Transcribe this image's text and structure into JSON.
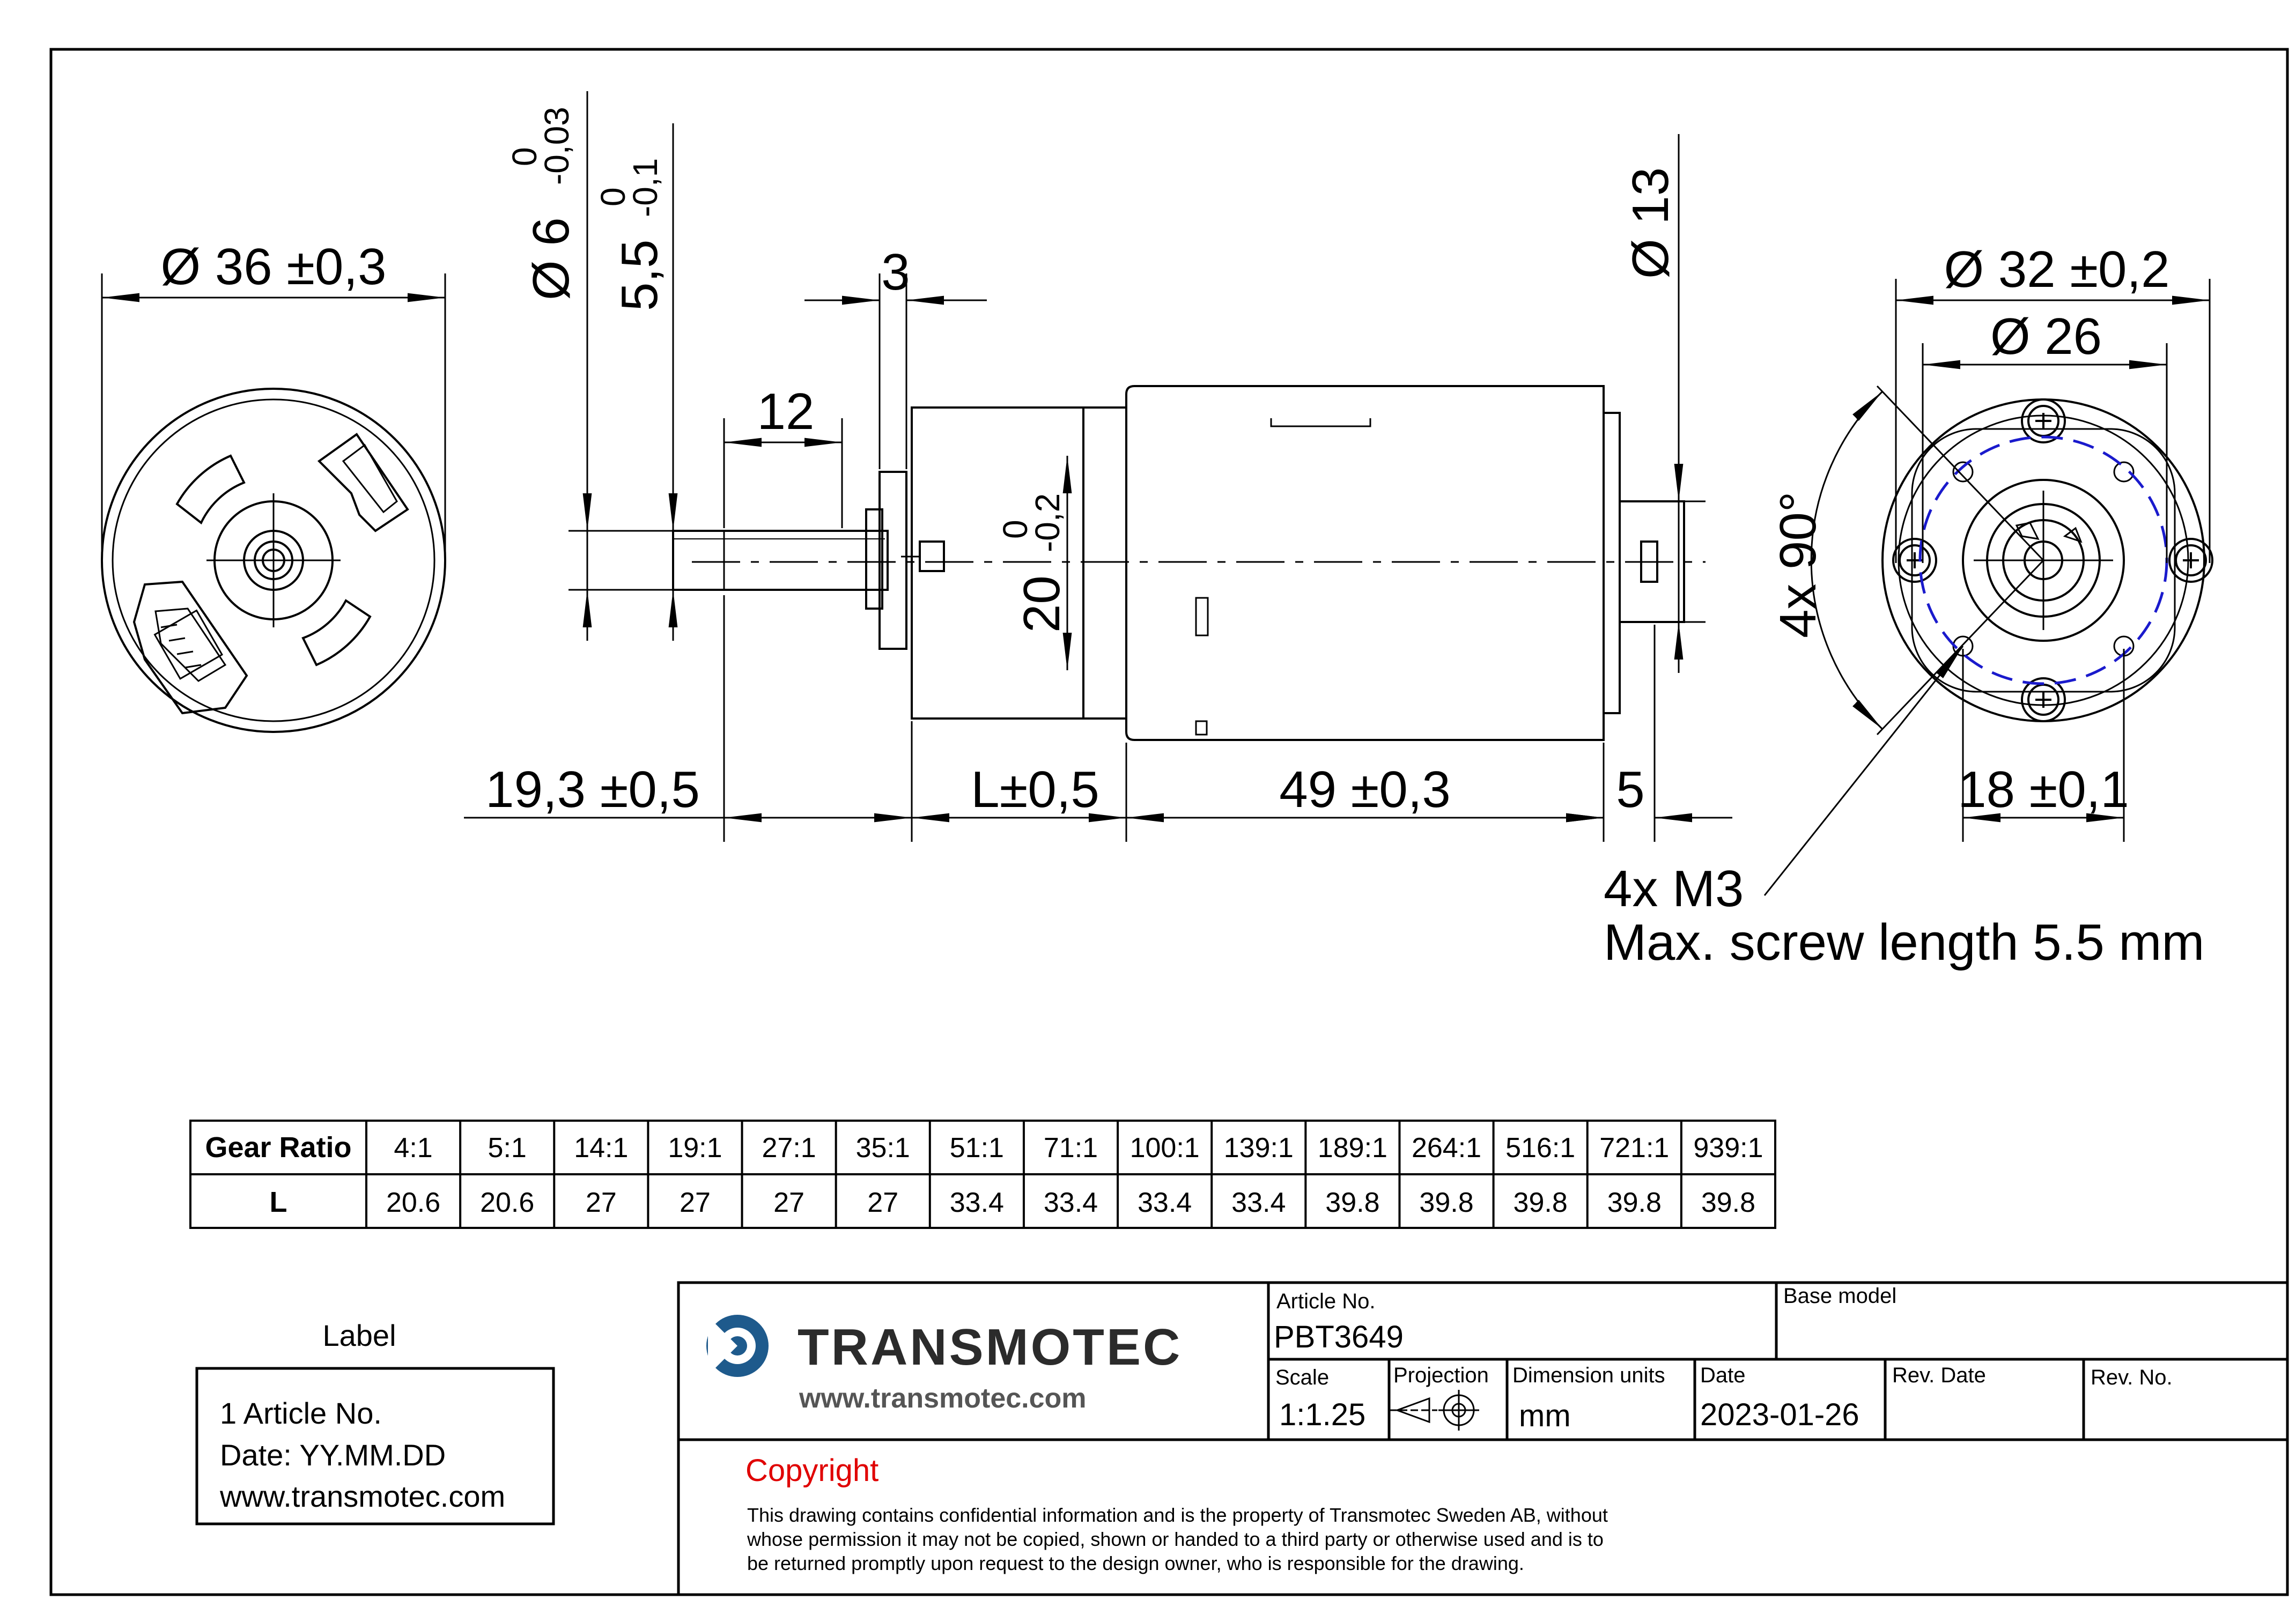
{
  "drawing": {
    "dimensions": {
      "d36": "Ø 36 ±0,3",
      "d6_base": "Ø 6",
      "d6_tol_up": "0",
      "d6_tol_low": "-0,03",
      "d55_base": "5,5",
      "d55_tol_up": "0",
      "d55_tol_low": "-0,1",
      "d3": "3",
      "d12": "12",
      "d13": "Ø 13",
      "d20_base": "20",
      "d20_tol_up": "0",
      "d20_tol_low": "-0,2",
      "d193": "19,3 ±0,5",
      "dL": "L±0,5",
      "d49": "49 ±0,3",
      "d5": "5",
      "d32": "Ø 32 ±0,2",
      "d26": "Ø 26",
      "d90": "4x 90°",
      "d18": "18 ±0,1"
    },
    "notes": {
      "screws": "4x M3",
      "screw_length": "Max. screw length 5.5 mm"
    },
    "colors": {
      "line": "#000000",
      "hidden_circle": "#1a1acc",
      "brand_blue": "#1e5a8c",
      "copyright": "#e00000"
    }
  },
  "gear_table": {
    "row1_header": "Gear Ratio",
    "row2_header": "L",
    "ratios": [
      "4:1",
      "5:1",
      "14:1",
      "19:1",
      "27:1",
      "35:1",
      "51:1",
      "71:1",
      "100:1",
      "139:1",
      "189:1",
      "264:1",
      "516:1",
      "721:1",
      "939:1"
    ],
    "lengths": [
      "20.6",
      "20.6",
      "27",
      "27",
      "27",
      "27",
      "33.4",
      "33.4",
      "33.4",
      "33.4",
      "39.8",
      "39.8",
      "39.8",
      "39.8",
      "39.8"
    ]
  },
  "label_box": {
    "title": "Label",
    "line1": "1 Article No.",
    "line2": "Date: YY.MM.DD",
    "line3": "www.transmotec.com"
  },
  "title_block": {
    "brand": "TRANSMOTEC",
    "website": "www.transmotec.com",
    "logo_icon": "transmotec-logo-icon",
    "article_label": "Article No.",
    "article_value": "PBT3649",
    "base_model_label": "Base model",
    "base_model_value": "",
    "scale_label": "Scale",
    "scale_value": "1:1.25",
    "projection_label": "Projection",
    "projection_icon": "first-angle-projection-icon",
    "units_label": "Dimension units",
    "units_value": "mm",
    "date_label": "Date",
    "date_value": "2023-01-26",
    "rev_date_label": "Rev. Date",
    "rev_date_value": "",
    "rev_no_label": "Rev. No.",
    "rev_no_value": "",
    "copyright_title": "Copyright",
    "copyright_line1": "This drawing contains confidential information and is the property of Transmotec Sweden AB, without",
    "copyright_line2": "whose permission it may not be copied, shown or handed to a third party or otherwise used and is to",
    "copyright_line3": "be returned promptly upon request to the design owner, who is responsible for the drawing."
  }
}
